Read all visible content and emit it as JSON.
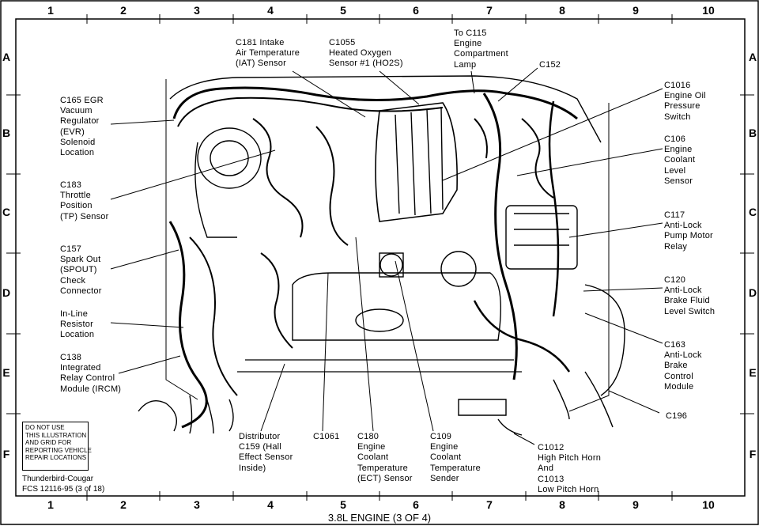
{
  "grid": {
    "columns": [
      "1",
      "2",
      "3",
      "4",
      "5",
      "6",
      "7",
      "8",
      "9",
      "10"
    ],
    "rows": [
      "A",
      "B",
      "C",
      "D",
      "E",
      "F"
    ]
  },
  "labels": {
    "c181": "C181 Intake\nAir Temperature\n(IAT) Sensor",
    "c1055": "C1055\nHeated Oxygen\nSensor #1 (HO2S)",
    "c115": "To C115\nEngine\nCompartment\nLamp",
    "c152": "C152",
    "c165": "C165 EGR\nVacuum\nRegulator\n(EVR)\nSolenoid\nLocation",
    "c183": "C183\nThrottle\nPosition\n(TP) Sensor",
    "c157": "C157\nSpark Out\n(SPOUT)\nCheck\nConnector",
    "resistor": "In-Line\nResistor\nLocation",
    "c138": "C138\nIntegrated\nRelay Control\nModule (IRCM)",
    "c1016": "C1016\nEngine Oil\nPressure\nSwitch",
    "c106": "C106\nEngine\nCoolant\nLevel\nSensor",
    "c117": "C117\nAnti-Lock\nPump Motor\nRelay",
    "c120": "C120\nAnti-Lock\nBrake Fluid\nLevel Switch",
    "c163": "C163\nAnti-Lock\nBrake\nControl\nModule",
    "c196": "C196",
    "distributor": "Distributor\nC159 (Hall\nEffect Sensor\nInside)",
    "c1061": "C1061",
    "c180": "C180\nEngine\nCoolant\nTemperature\n(ECT) Sensor",
    "c109": "C109\nEngine\nCoolant\nTemperature\nSender",
    "c1012": "C1012\nHigh Pitch Horn\nAnd\nC1013\nLow Pitch Horn"
  },
  "notice": "DO NOT USE\nTHIS ILLUSTRATION\nAND GRID FOR\nREPORTING VEHICLE\nREPAIR LOCATIONS",
  "vehicle": "Thunderbird-Cougar",
  "figure_code": "FCS 12116-95 (3 of 18)",
  "caption": "3.8L ENGINE (3 OF 4)"
}
